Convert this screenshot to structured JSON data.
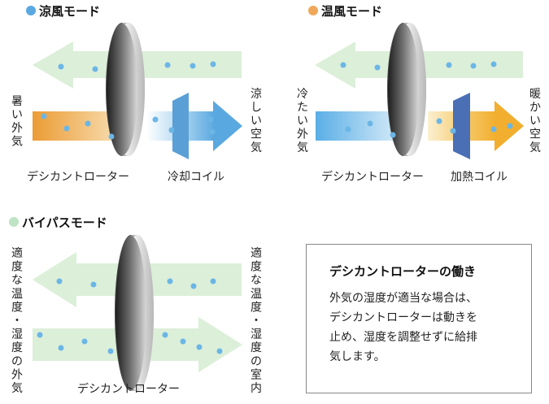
{
  "modes": {
    "cool": {
      "title": "涼風モード",
      "dot_color": "#5aa8e0",
      "outside_air": "暑い外気",
      "output_air": "涼しい空気",
      "rotor_label": "デシカントローター",
      "coil_label": "冷却コイル",
      "coil_color": "#5a9fd6"
    },
    "warm": {
      "title": "温風モード",
      "dot_color": "#f0a75a",
      "outside_air": "冷たい外気",
      "output_air": "暖かい空気",
      "rotor_label": "デシカントローター",
      "coil_label": "加熱コイル",
      "coil_color": "#4a6fb5"
    },
    "bypass": {
      "title": "バイパスモード",
      "dot_color": "#bfe3c4",
      "outside_air": "適度な温度・湿度の外気",
      "output_air": "適度な温度・湿度の室内",
      "rotor_label": "デシカントローター"
    }
  },
  "info": {
    "title": "デシカントローターの働き",
    "lines": [
      "外気の湿度が適当な場合は、",
      "デシカントローターは動きを",
      "止め、湿度を調整せずに給排",
      "気します。"
    ]
  },
  "colors": {
    "green_arrow": "#dcefd9",
    "particle": "#6bb6e6",
    "hot_air": "#eda543",
    "cold_air": "#7fc0ec",
    "warm_output": "#f2b53f"
  }
}
